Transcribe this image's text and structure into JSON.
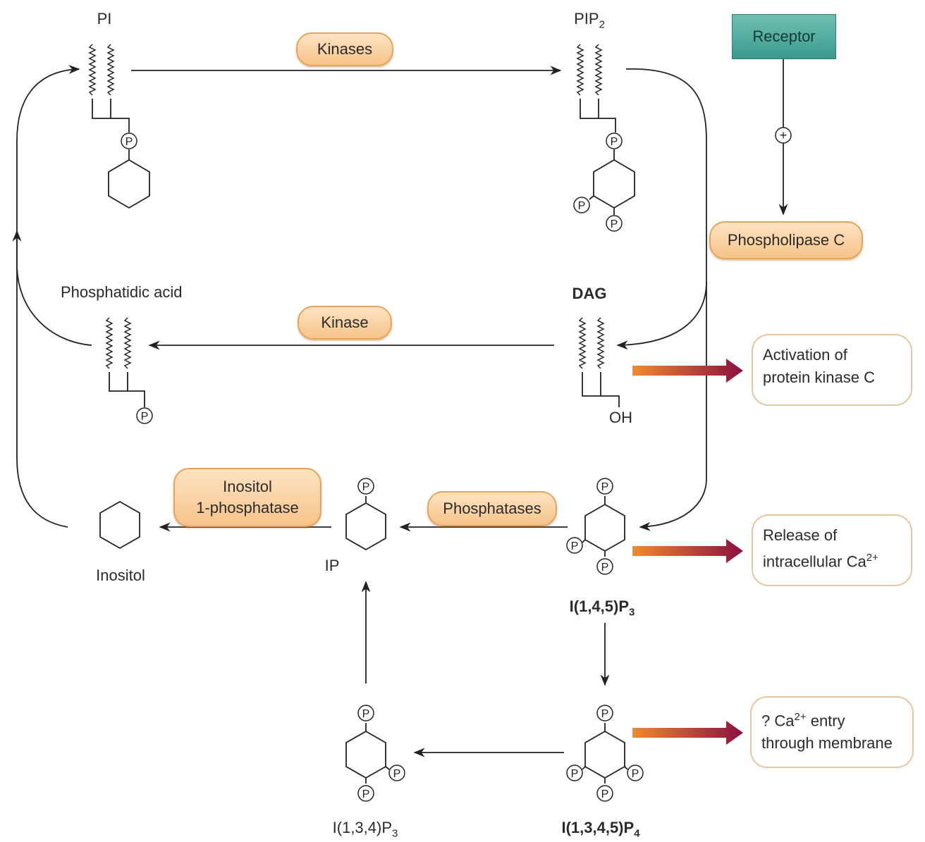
{
  "molecules": {
    "pi": "PI",
    "pip2": "PIP",
    "pip2_sub": "2",
    "phosphatidic_acid": "Phosphatidic acid",
    "dag": "DAG",
    "oh": "OH",
    "inositol": "Inositol",
    "ip": "IP",
    "ip3": "I(1,4,5)P",
    "ip3_sub": "3",
    "i134p3": "I(1,3,4)P",
    "i134p3_sub": "3",
    "ip4": "I(1,3,4,5)P",
    "ip4_sub": "4",
    "phosphate": "P"
  },
  "enzymes": {
    "kinases": "Kinases",
    "kinase": "Kinase",
    "phospholipase_c": "Phospholipase C",
    "phosphatases": "Phosphatases",
    "inositol_phosphatase_line1": "Inositol",
    "inositol_phosphatase_line2": "1-phosphatase"
  },
  "receptor": {
    "label": "Receptor",
    "stimulation": "+"
  },
  "effects": {
    "pkc_line1": "Activation of",
    "pkc_line2": "protein kinase C",
    "ca_release_line1": "Release of",
    "ca_release_line2": "intracellular Ca",
    "ca_release_sup": "2+",
    "ca_entry_prefix": "? Ca",
    "ca_entry_sup": "2+",
    "ca_entry_suffix": " entry",
    "ca_entry_line2": "through membrane"
  },
  "colors": {
    "enzyme_pill": "#f7c48a",
    "receptor": "#3a9a8c",
    "effect_arrow_start": "#f08a2c",
    "effect_arrow_end": "#8a1040",
    "line": "#222222"
  }
}
